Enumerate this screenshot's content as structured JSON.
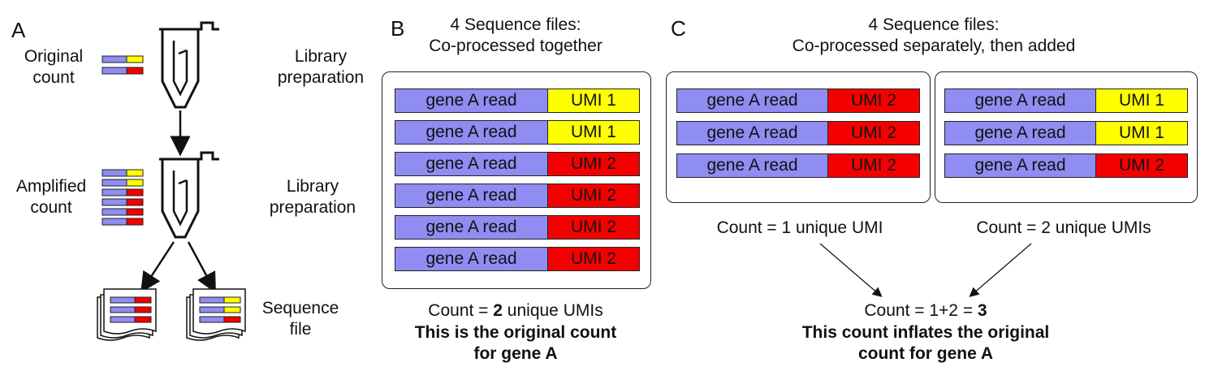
{
  "panel_a": {
    "label": "A",
    "original_count": [
      "Original",
      "count"
    ],
    "amplified_count": [
      "Amplified",
      "count"
    ],
    "step1": [
      "Library",
      "preparation"
    ],
    "step2": [
      "Library",
      "preparation"
    ],
    "step3": [
      "Sequence",
      "file"
    ]
  },
  "panel_b": {
    "label": "B",
    "title": [
      "4 Sequence files:",
      "Co-processed together"
    ],
    "gene_label": "gene A read",
    "rows": [
      {
        "gene": "gene A read",
        "umi": "UMI 1",
        "color": "#ffff00"
      },
      {
        "gene": "gene A read",
        "umi": "UMI 1",
        "color": "#ffff00"
      },
      {
        "gene": "gene A read",
        "umi": "UMI 2",
        "color": "#f50000"
      },
      {
        "gene": "gene A read",
        "umi": "UMI 2",
        "color": "#f50000"
      },
      {
        "gene": "gene A read",
        "umi": "UMI 2",
        "color": "#f50000"
      },
      {
        "gene": "gene A read",
        "umi": "UMI 2",
        "color": "#f50000"
      }
    ],
    "count_prefix": "Count = ",
    "count_value": "2",
    "count_suffix": " unique UMIs",
    "conclusion": [
      "This is the original count",
      "for gene A"
    ]
  },
  "panel_c": {
    "label": "C",
    "title": [
      "4 Sequence files:",
      "Co-processed separately, then added"
    ],
    "left_rows": [
      {
        "gene": "gene A read",
        "umi": "UMI 2",
        "color": "#f50000"
      },
      {
        "gene": "gene A read",
        "umi": "UMI 2",
        "color": "#f50000"
      },
      {
        "gene": "gene A read",
        "umi": "UMI 2",
        "color": "#f50000"
      }
    ],
    "right_rows": [
      {
        "gene": "gene A read",
        "umi": "UMI 1",
        "color": "#ffff00"
      },
      {
        "gene": "gene A read",
        "umi": "UMI 1",
        "color": "#ffff00"
      },
      {
        "gene": "gene A read",
        "umi": "UMI 2",
        "color": "#f50000"
      }
    ],
    "left_count": "Count = 1 unique UMI",
    "right_count": "Count = 2 unique UMIs",
    "sum_prefix": "Count = 1+2 = ",
    "sum_value": "3",
    "conclusion": [
      "This count inflates the original",
      "count for gene A"
    ]
  },
  "colors": {
    "gene": "#8f8cf2",
    "umi1": "#ffff00",
    "umi2": "#f50000"
  }
}
